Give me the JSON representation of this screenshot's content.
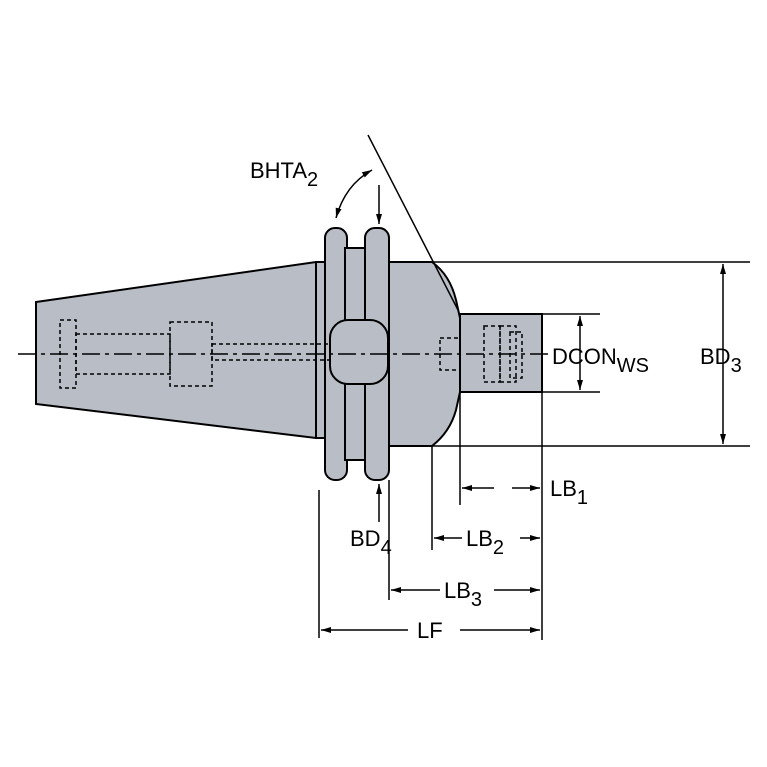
{
  "colors": {
    "body_fill": "#b8bdc6",
    "line": "#000000",
    "background": "#ffffff"
  },
  "labels": {
    "bhta": {
      "main": "BHTA",
      "sub": "2"
    },
    "bd3": {
      "main": "BD",
      "sub": "3"
    },
    "dcon": {
      "main": "DCON",
      "sub": "WS"
    },
    "lb1": {
      "main": "LB",
      "sub": "1"
    },
    "lb2": {
      "main": "LB",
      "sub": "2"
    },
    "lb3": {
      "main": "LB",
      "sub": "3"
    },
    "bd4": {
      "main": "BD",
      "sub": "4"
    },
    "lf": {
      "main": "LF"
    }
  }
}
